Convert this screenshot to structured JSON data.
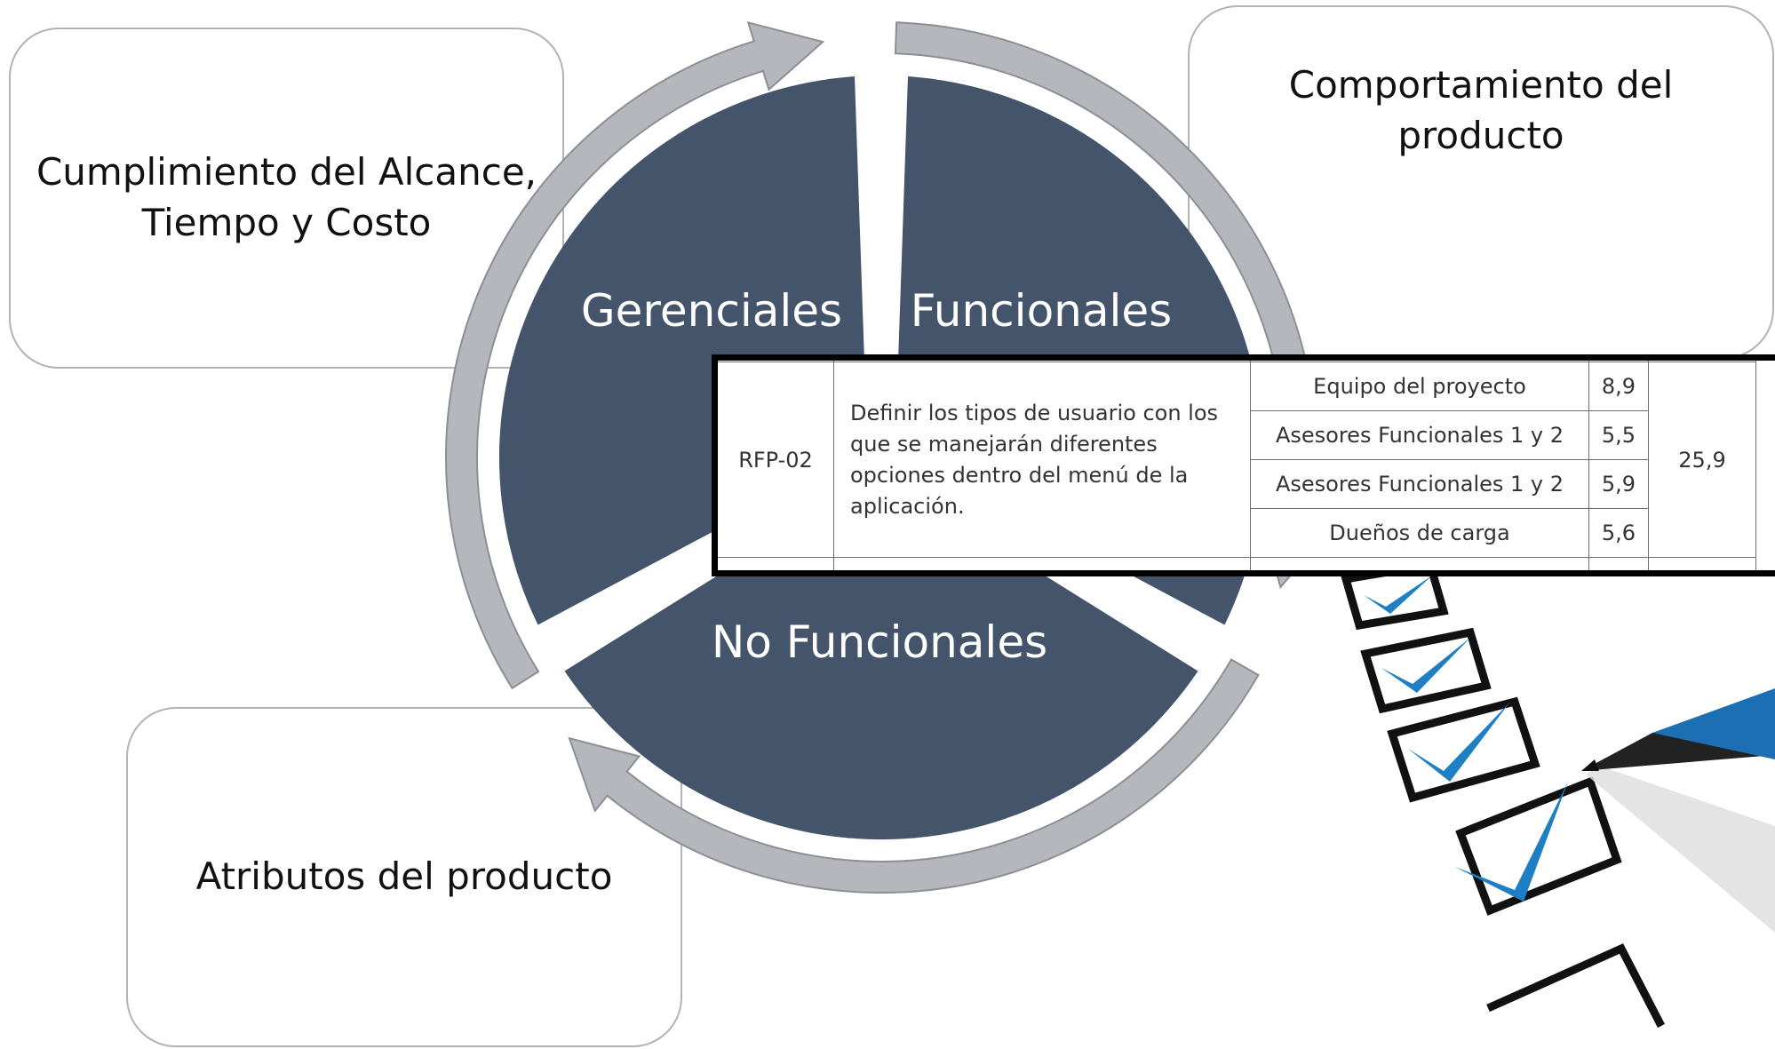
{
  "diagram": {
    "segments": [
      {
        "label": "Gerenciales"
      },
      {
        "label": "Funcionales"
      },
      {
        "label": "No Funcionales"
      }
    ],
    "boxes": [
      {
        "lines": [
          "Cumplimiento del Alcance,",
          "Tiempo y Costo"
        ]
      },
      {
        "lines": [
          "Comportamiento del",
          "producto"
        ]
      },
      {
        "lines": [
          "Atributos del producto"
        ]
      }
    ],
    "colors": {
      "segment_fill": "#44546a",
      "arrow_fill": "#b5b7bc",
      "box_border": "#b3b3b3",
      "check_blue": "#1e7fc5"
    }
  },
  "table_excerpt": {
    "requirement_id": "RFP-02",
    "description": "Definir los tipos de usuario con los que se manejarán diferentes opciones dentro del menú de la aplicación.",
    "total": "25,9",
    "rows": [
      {
        "stakeholder": "Equipo del proyecto",
        "weight": "8,9"
      },
      {
        "stakeholder": "Asesores Funcionales 1 y 2",
        "weight": "5,5"
      },
      {
        "stakeholder": "Asesores Funcionales 1 y 2",
        "weight": "5,9"
      },
      {
        "stakeholder": "Dueños de carga",
        "weight": "5,6"
      }
    ]
  },
  "illustration": {
    "icon": "checklist-pen-icon"
  }
}
